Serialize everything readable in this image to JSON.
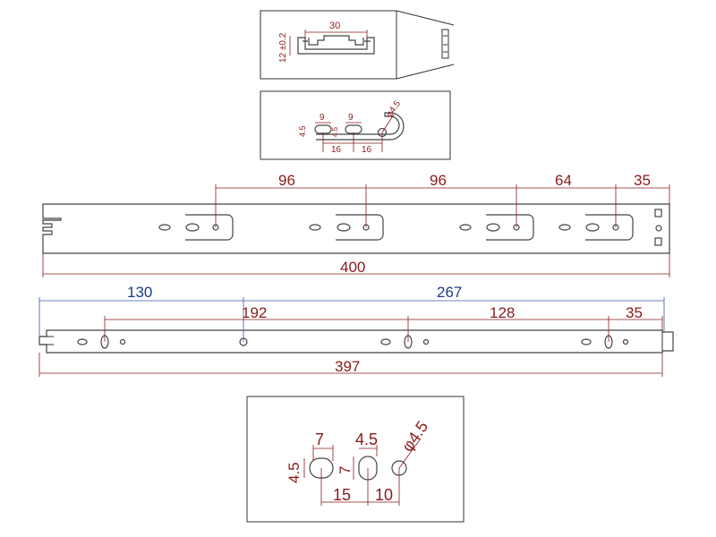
{
  "colors": {
    "dimension_red": "#8b1a1a",
    "dimension_blue": "#1a3a8b",
    "outline": "#333333"
  },
  "profile_view": {
    "width_label": "30",
    "height_label": "12 ±0.2"
  },
  "hole_detail_small": {
    "slot1_width": "9",
    "slot2_width": "9",
    "slot_height": "4.5",
    "slot_height_inner": "4.5",
    "hole_diameter": "φ4.5",
    "pitch1": "16",
    "pitch2": "16"
  },
  "rail_top": {
    "spacing_1": "96",
    "spacing_2": "96",
    "spacing_3": "64",
    "end_offset": "35",
    "overall_length": "400"
  },
  "rail_bottom": {
    "left_offset": "130",
    "right_span": "267",
    "spacing_1": "192",
    "spacing_2": "128",
    "end_offset": "35",
    "overall_length": "397"
  },
  "hole_detail_large": {
    "slot1_width": "7",
    "slot1_height": "4.5",
    "slot2_width": "4.5",
    "slot2_height": "7",
    "hole_diameter": "φ4.5",
    "pitch1": "15",
    "pitch2": "10"
  }
}
